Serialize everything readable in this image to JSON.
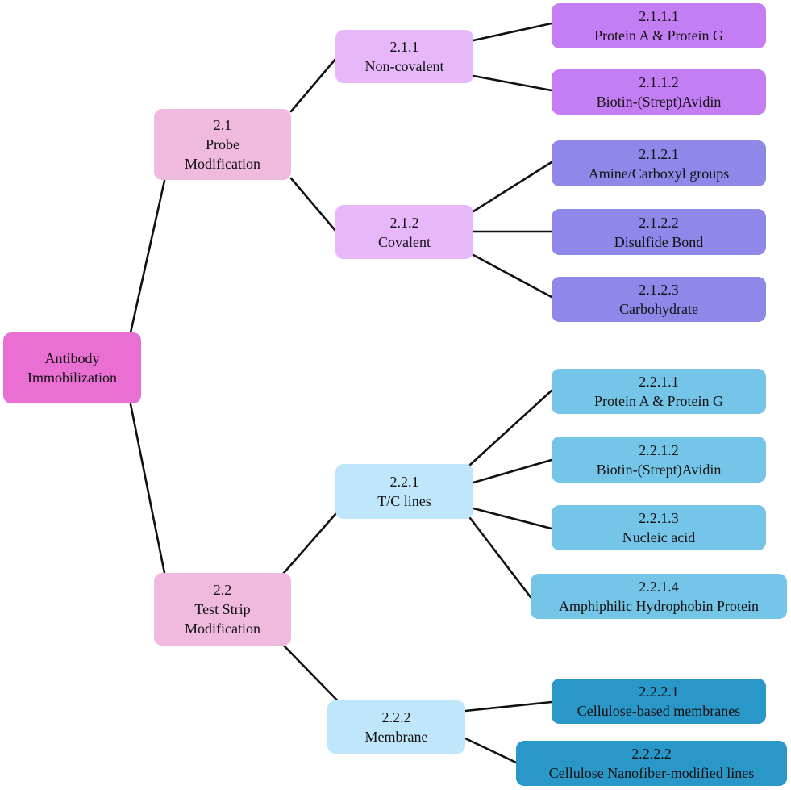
{
  "root": {
    "lines": [
      "Antibody",
      "Immobilization"
    ],
    "color": "#ea6fd2"
  },
  "probe_modification": {
    "lines": [
      "2.1",
      "Probe",
      "Modification"
    ],
    "color": "#efbadd"
  },
  "test_strip_modification": {
    "lines": [
      "2.2",
      "Test Strip",
      "Modification"
    ],
    "color": "#efbadd"
  },
  "non_covalent": {
    "lines": [
      "2.1.1",
      "Non-covalent"
    ],
    "color": "#e7b8f9"
  },
  "covalent": {
    "lines": [
      "2.1.2",
      "Covalent"
    ],
    "color": "#e7b8f9"
  },
  "tc_lines": {
    "lines": [
      "2.2.1",
      "T/C lines"
    ],
    "color": "#bfe6fa"
  },
  "membrane": {
    "lines": [
      "2.2.2",
      "Membrane"
    ],
    "color": "#bfe6fa"
  },
  "leaves": {
    "n2111": {
      "lines": [
        "2.1.1.1",
        "Protein A & Protein G"
      ],
      "color": "#c47ef4"
    },
    "n2112": {
      "lines": [
        "2.1.1.2",
        "Biotin-(Strept)Avidin"
      ],
      "color": "#c47ef4"
    },
    "n2121": {
      "lines": [
        "2.1.2.1",
        "Amine/Carboxyl groups"
      ],
      "color": "#8f88e8"
    },
    "n2122": {
      "lines": [
        "2.1.2.2",
        "Disulfide Bond"
      ],
      "color": "#8f88e8"
    },
    "n2123": {
      "lines": [
        "2.1.2.3",
        "Carbohydrate"
      ],
      "color": "#8f88e8"
    },
    "n2211": {
      "lines": [
        "2.2.1.1",
        "Protein A & Protein G"
      ],
      "color": "#75c5e8"
    },
    "n2212": {
      "lines": [
        "2.2.1.2",
        "Biotin-(Strept)Avidin"
      ],
      "color": "#75c5e8"
    },
    "n2213": {
      "lines": [
        "2.2.1.3",
        "Nucleic acid"
      ],
      "color": "#75c5e8"
    },
    "n2214": {
      "lines": [
        "2.2.1.4",
        "Amphiphilic Hydrophobin Protein"
      ],
      "color": "#75c5e8"
    },
    "n2221": {
      "lines": [
        "2.2.2.1",
        "Cellulose-based membranes"
      ],
      "color": "#2a97c9"
    },
    "n2222": {
      "lines": [
        "2.2.2.2",
        "Cellulose Nanofiber-modified lines"
      ],
      "color": "#2a97c9"
    }
  }
}
